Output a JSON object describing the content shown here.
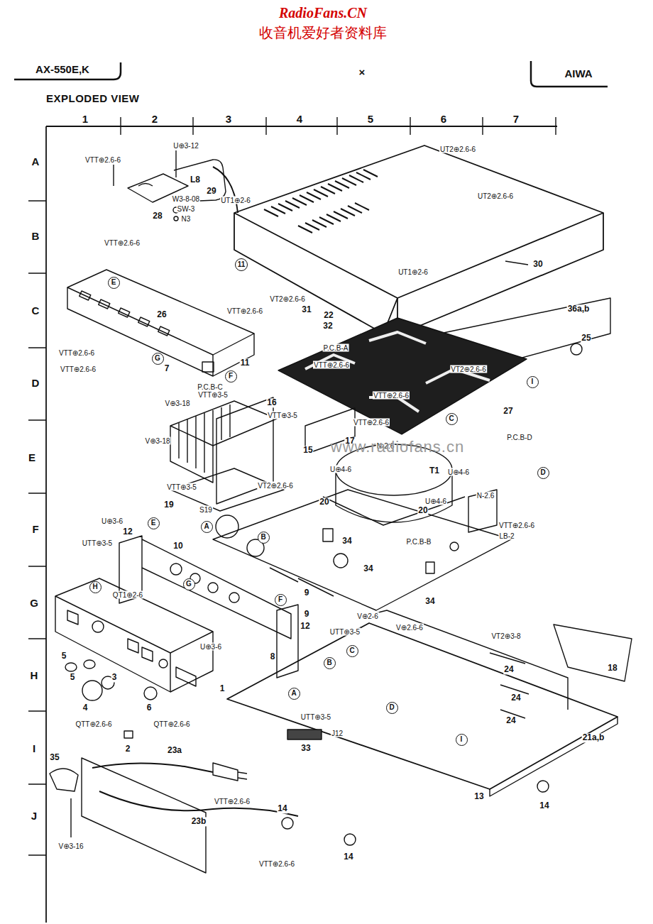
{
  "diagram": {
    "title": "EXPLODED VIEW",
    "nodes": [
      {
        "text": [
          "11"
        ]
      },
      {
        "text": [
          "E"
        ]
      },
      {
        "text": [
          "G"
        ]
      },
      {
        "text": [
          "F"
        ]
      },
      {
        "text": [
          "I"
        ]
      },
      {
        "text": [
          "C"
        ]
      },
      {
        "text": [
          "D"
        ]
      },
      {
        "text": [
          "E"
        ]
      },
      {
        "text": [
          "A"
        ]
      },
      {
        "text": [
          "B"
        ]
      },
      {
        "text": [
          "H"
        ]
      },
      {
        "text": [
          "G"
        ]
      },
      {
        "text": [
          "F"
        ]
      },
      {
        "text": [
          "C"
        ]
      },
      {
        "text": [
          "B"
        ]
      },
      {
        "text": [
          "A"
        ]
      },
      {
        "text": [
          "D"
        ]
      },
      {
        "text": [
          "I"
        ]
      }
    ],
    "labels": [
      "RadioFans.CN",
      "收音机爱好者资料库",
      "AX-550E,K",
      "×",
      "AIWA",
      "1",
      "2",
      "3",
      "4",
      "5",
      "6",
      "7",
      "A",
      "B",
      "C",
      "D",
      "E",
      "F",
      "G",
      "H",
      "I",
      "J",
      "VTT⊕2.6-6",
      "U⊕3-12",
      "L8",
      "29",
      "28",
      "W3-8-08",
      "SW-3",
      "N3",
      "UT2⊕2.6-6",
      "UT2⊕2.6-6",
      "UT1⊕2-6",
      "VTT⊕2.6-6",
      "30",
      "UT1⊕2-6",
      "VT2⊕2.6-6",
      "31",
      "36a,b",
      "VTT⊕2.6-6",
      "26",
      "22",
      "32",
      "P.C.B-A",
      "25",
      "VTT⊕2.6-6",
      "VTT⊕2.6-6",
      "VTT⊕2.6-6",
      "VT2⊕2.6-6",
      "7",
      "11",
      "P.C.B-C",
      "VTT⊕2.6-6",
      "16",
      "V⊕3-18",
      "VTT⊕3-5",
      "VTT⊕3-5",
      "27",
      "V⊕3-18",
      "VTT⊕2.6-6",
      "N-2.6",
      "P.C.B-D",
      "VTT⊕3-5",
      "15",
      "17",
      "T1",
      "U⊕4-6",
      "U⊕4-6",
      "N-2.6",
      "VT2⊕2.6-6",
      "20",
      "U⊕4-6",
      "20",
      "19",
      "S19",
      "VTT⊕2.6-6",
      "LB-2",
      "U⊕3-6",
      "UTT⊕3-5",
      "12",
      "10",
      "34",
      "P.C.B-B",
      "34",
      "QT1⊕2-6",
      "9",
      "9",
      "34",
      "V⊕2-6",
      "V⊕2.6-6",
      "UTT⊕3-5",
      "12",
      "VT2⊕3-8",
      "U⊕3-6",
      "8",
      "24",
      "5",
      "5",
      "3",
      "4",
      "6",
      "1",
      "18",
      "24",
      "UTT⊕3-5",
      "J12",
      "24",
      "21a,b",
      "QTT⊕2.6-6",
      "QTT⊕2.6-6",
      "2",
      "33",
      "13",
      "35",
      "23a",
      "23b",
      "VTT⊕2.6-6",
      "14",
      "14",
      "14",
      "VTT⊕2.6-6",
      "V⊕3-16",
      "www.radiofans.cn"
    ]
  }
}
